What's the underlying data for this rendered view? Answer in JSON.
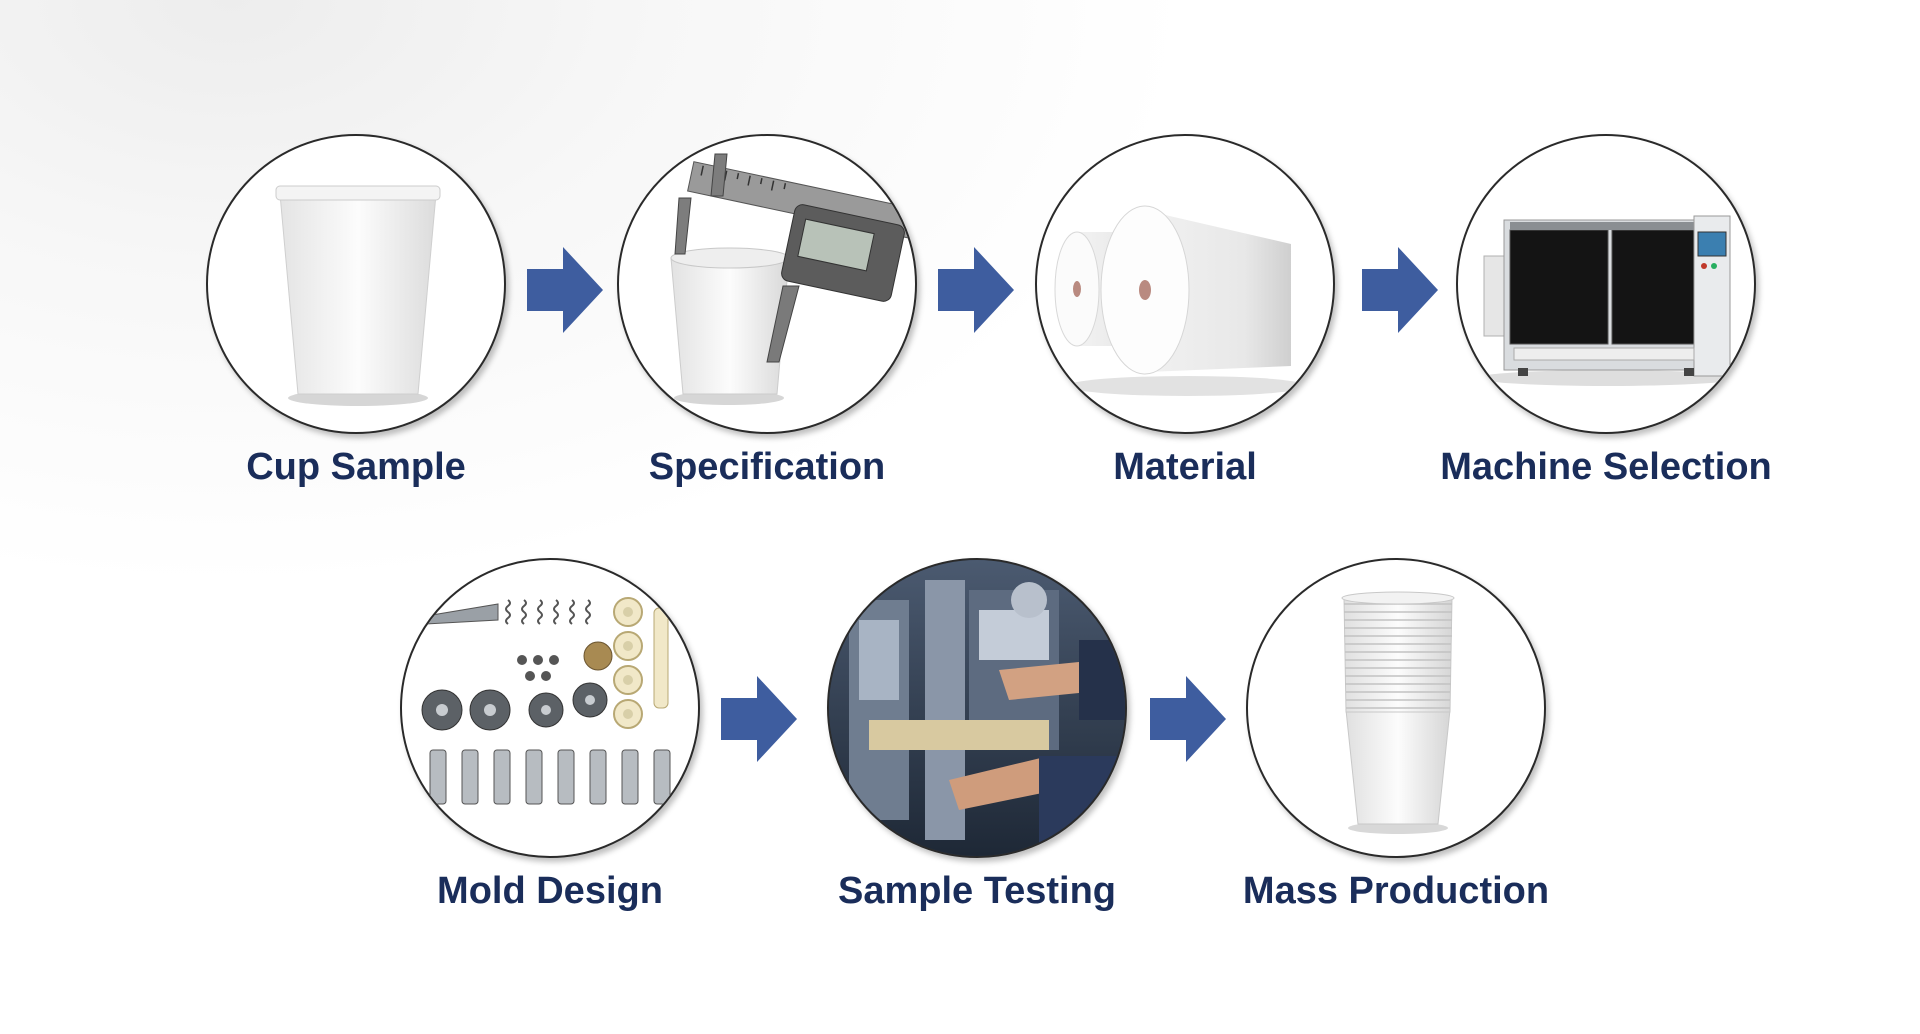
{
  "diagram": {
    "steps": [
      {
        "label": "Cup Sample",
        "icon": "paper-cup-icon"
      },
      {
        "label": "Specification",
        "icon": "caliper-icon"
      },
      {
        "label": "Material",
        "icon": "paper-roll-icon"
      },
      {
        "label": "Machine Selection",
        "icon": "cup-machine-icon"
      },
      {
        "label": "Mold Design",
        "icon": "mold-parts-icon"
      },
      {
        "label": "Sample Testing",
        "icon": "testing-photo-icon"
      },
      {
        "label": "Mass Production",
        "icon": "cup-stack-icon"
      }
    ],
    "colors": {
      "label": "#1a2d5a",
      "arrow": "#3e5d9f",
      "circle_border": "#2a2a2a"
    }
  }
}
